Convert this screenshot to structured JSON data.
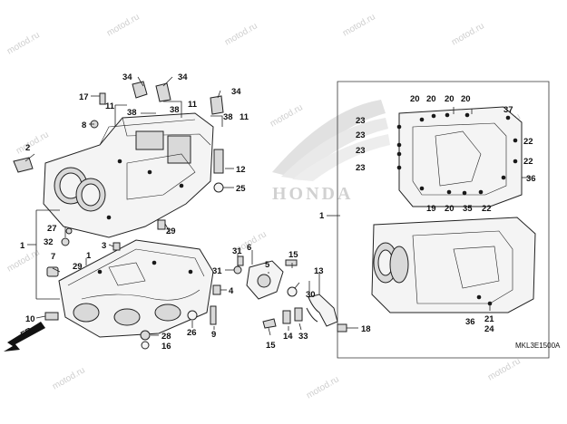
{
  "diagram": {
    "code": "MKL3E1500A",
    "logo_text": "HONDA",
    "watermark": "motod.ru",
    "arrow_label": "FR.",
    "callouts": {
      "c34a": "34",
      "c34b": "34",
      "c34c": "34",
      "c17": "17",
      "c11a": "11",
      "c38a": "38",
      "c38b": "38",
      "c11b": "11",
      "c38c": "38",
      "c11c": "11",
      "c8": "8",
      "c2": "2",
      "c12": "12",
      "c25": "25",
      "c1a": "1",
      "c27": "27",
      "c32": "32",
      "c7": "7",
      "c3": "3",
      "c29a": "29",
      "c1b": "1",
      "c29b": "29",
      "c10": "10",
      "c28": "28",
      "c16": "16",
      "c26": "26",
      "c9": "9",
      "c4": "4",
      "c31a": "31",
      "c31b": "31",
      "c6": "6",
      "c5": "5",
      "c15a": "15",
      "c15b": "15",
      "c14": "14",
      "c33": "33",
      "c13": "13",
      "c30": "30",
      "c18": "18",
      "c20a": "20",
      "c20b": "20",
      "c20c": "20",
      "c20d": "20",
      "c37": "37",
      "c23a": "23",
      "c23b": "23",
      "c23c": "23",
      "c23d": "23",
      "c22a": "22",
      "c22b": "22",
      "c36a": "36",
      "c19": "19",
      "c20e": "20",
      "c35": "35",
      "c22c": "22",
      "c1c": "1",
      "c36b": "36",
      "c21": "21",
      "c24": "24"
    }
  }
}
